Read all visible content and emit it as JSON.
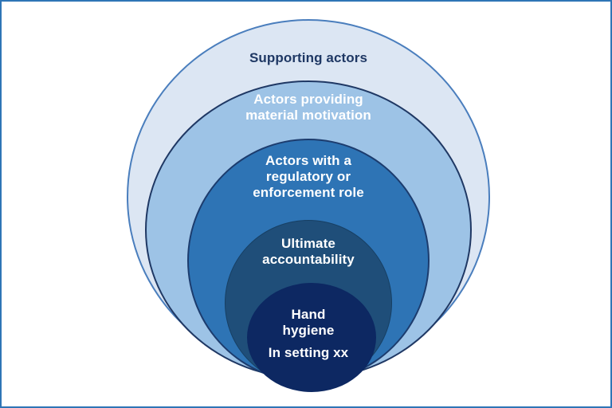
{
  "page": {
    "background_color": "#ffffff",
    "frame_border_color": "#2e75b6"
  },
  "diagram": {
    "type": "nested-circles",
    "description": "Five concentric circles, darkest at center, tangent near the bottom",
    "rings": [
      {
        "label": "Supporting actors",
        "fill": "#dce6f3",
        "stroke": "#4a7ebd",
        "label_color": "#1f3864"
      },
      {
        "label": "Actors providing\nmaterial motivation",
        "fill": "#9dc3e6",
        "stroke": "#1f3864",
        "label_color": "#ffffff"
      },
      {
        "label": "Actors with a\nregulatory or\nenforcement role",
        "fill": "#2e74b5",
        "stroke": "#1c3c6e",
        "label_color": "#ffffff"
      },
      {
        "label": "Ultimate\naccountability",
        "fill": "#1f4e79",
        "stroke": "#173f63",
        "label_color": "#ffffff"
      },
      {
        "label": "Hand\nhygiene",
        "sublabel": "In setting xx",
        "fill": "#0d2862",
        "stroke": "#0d2862",
        "label_color": "#ffffff"
      }
    ]
  }
}
